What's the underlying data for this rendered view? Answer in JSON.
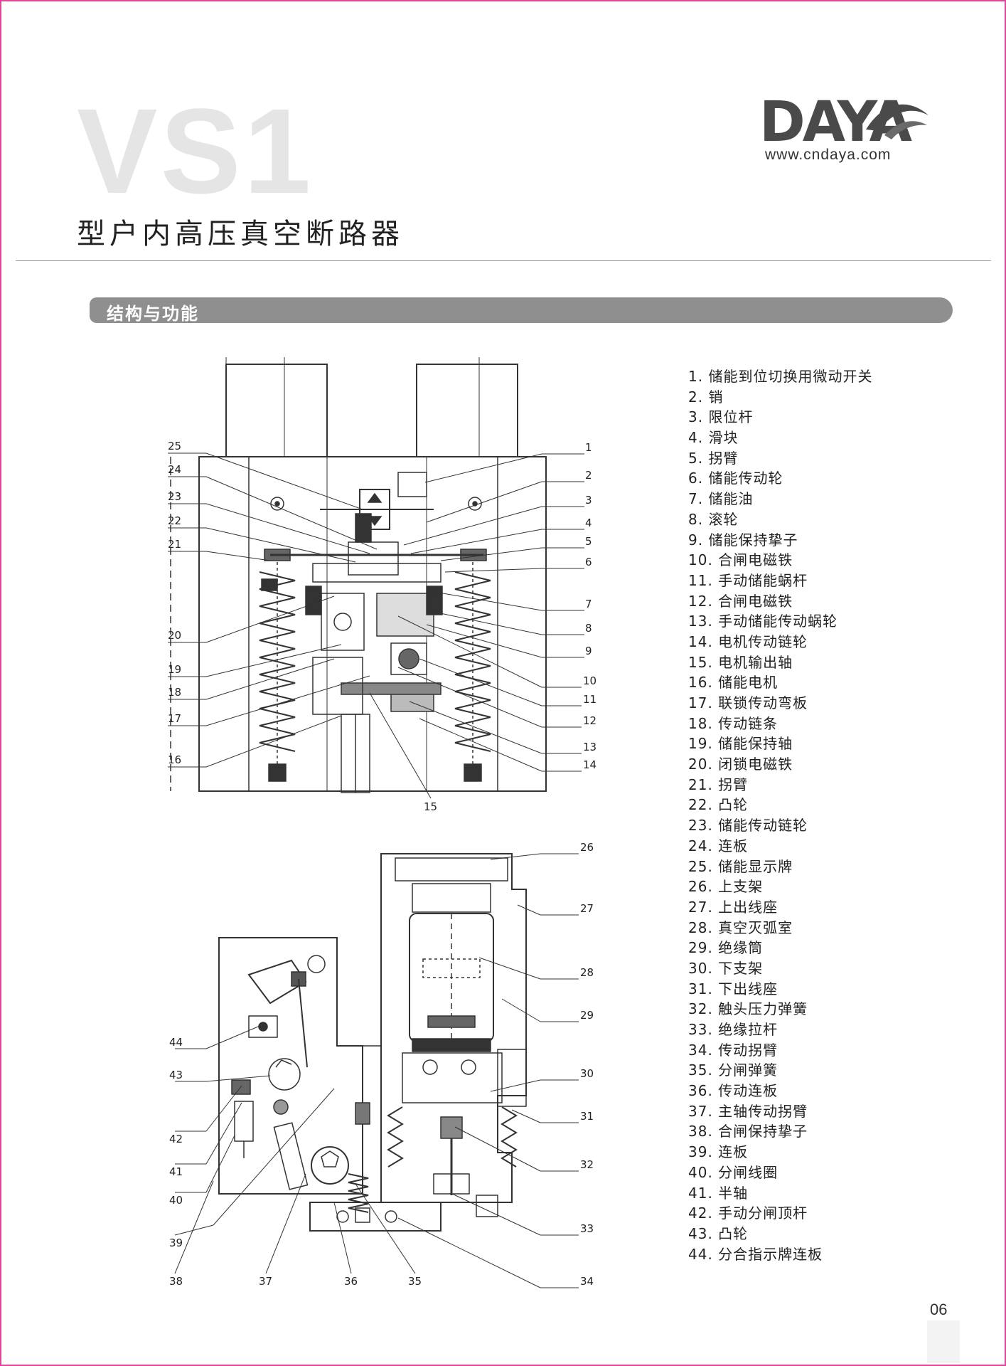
{
  "header": {
    "model": "VS1",
    "subtitle": "型户内高压真空断路器",
    "brand": "DAYA",
    "website": "www.cndaya.com"
  },
  "section": {
    "title": "结构与功能"
  },
  "callouts_top": [
    "1",
    "2",
    "3",
    "4",
    "5",
    "6",
    "7",
    "8",
    "9",
    "10",
    "11",
    "12",
    "13",
    "14",
    "15",
    "16",
    "17",
    "18",
    "19",
    "20",
    "21",
    "22",
    "23",
    "24",
    "25"
  ],
  "callouts_bottom": [
    "26",
    "27",
    "28",
    "29",
    "30",
    "31",
    "32",
    "33",
    "34",
    "35",
    "36",
    "37",
    "38",
    "39",
    "40",
    "41",
    "42",
    "43",
    "44"
  ],
  "parts": [
    "1. 储能到位切换用微动开关",
    "2. 销",
    "3. 限位杆",
    "4. 滑块",
    "5. 拐臂",
    "6. 储能传动轮",
    "7. 储能油",
    "8. 滚轮",
    "9. 储能保持挚子",
    "10. 合闸电磁铁",
    "11. 手动储能蜗杆",
    "12. 合闸电磁铁",
    "13. 手动储能传动蜗轮",
    "14. 电机传动链轮",
    "15. 电机输出轴",
    "16. 储能电机",
    "17. 联锁传动弯板",
    "18. 传动链条",
    "19. 储能保持轴",
    "20. 闭锁电磁铁",
    "21. 拐臂",
    "22. 凸轮",
    "23. 储能传动链轮",
    "24. 连板",
    "25. 储能显示牌",
    "26. 上支架",
    "27. 上出线座",
    "28. 真空灭弧室",
    "29. 绝缘筒",
    "30. 下支架",
    "31. 下出线座",
    "32. 触头压力弹簧",
    "33. 绝缘拉杆",
    "34. 传动拐臂",
    "35. 分闸弹簧",
    "36. 传动连板",
    "37. 主轴传动拐臂",
    "38. 合闸保持挚子",
    "39. 连板",
    "40. 分闸线圈",
    "41. 半轴",
    "42. 手动分闸顶杆",
    "43. 凸轮",
    "44. 分合指示牌连板"
  ],
  "page_number": "06"
}
